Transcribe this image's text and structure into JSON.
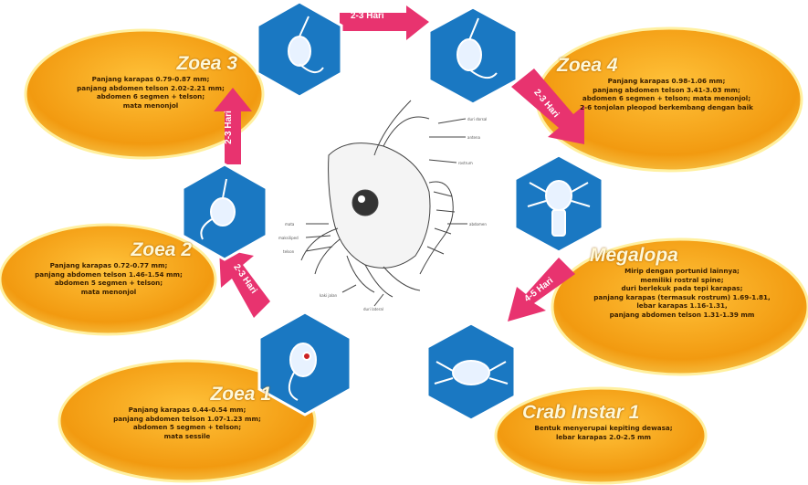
{
  "stages": [
    {
      "id": "zoea3",
      "title": "Zoea 3",
      "lines": [
        "Panjang karapas 0.79-0.87 mm;",
        "panjang abdomen telson 2.02-2.21 mm;",
        "abdomen 6 segmen + telson;",
        "mata menonjol"
      ]
    },
    {
      "id": "zoea4",
      "title": "Zoea 4",
      "lines": [
        "Panjang karapas 0.98-1.06 mm;",
        "panjang abdomen telson 3.41-3.03 mm;",
        "abdomen 6 segmen + telson; mata menonjol;",
        "2-6 tonjolan pleopod berkembang dengan baik"
      ]
    },
    {
      "id": "zoea2",
      "title": "Zoea 2",
      "lines": [
        "Panjang karapas 0.72-0.77 mm;",
        "panjang abdomen telson 1.46-1.54 mm;",
        "abdomen 5 segmen + telson;",
        "mata menonjol"
      ]
    },
    {
      "id": "megalopa",
      "title": "Megalopa",
      "lines": [
        "Mirip dengan portunid lainnya;",
        "memiliki rostral spine;",
        "duri berlekuk pada tepi karapas;",
        "panjang karapas (termasuk rostrum) 1.69-1.81,",
        "lebar karapas 1.16-1.31,",
        "panjang abdomen telson 1.31-1.39 mm"
      ]
    },
    {
      "id": "zoea1",
      "title": "Zoea 1",
      "lines": [
        "Panjang karapas 0.44-0.54 mm;",
        "panjang abdomen telson 1.07-1.23 mm;",
        "abdomen 5 segmen + telson;",
        "mata sessile"
      ]
    },
    {
      "id": "crab1",
      "title": "Crab Instar 1",
      "lines": [
        "Bentuk menyerupai kepiting dewasa;",
        "lebar karapas 2.0-2.5 mm"
      ]
    }
  ],
  "arrows": [
    {
      "id": "z3-z4",
      "label": "2-3 Hari"
    },
    {
      "id": "z4-meg",
      "label": "2-3 Hari"
    },
    {
      "id": "meg-crab",
      "label": "4-5 Hari"
    },
    {
      "id": "z1-z2",
      "label": "2-3 Hari"
    },
    {
      "id": "z2-z3",
      "label": "2-3 Hari"
    }
  ],
  "center": {
    "labels": [
      "duri dorsal",
      "antena",
      "rostrum",
      "mata",
      "maksiliped",
      "abdomen",
      "telson",
      "kaki jalan",
      "duri lateral"
    ]
  },
  "colors": {
    "bubble": "#f39a12",
    "bubble_edge": "#fff2a8",
    "hex": "#1a78c2",
    "arrow": "#e8336f"
  }
}
